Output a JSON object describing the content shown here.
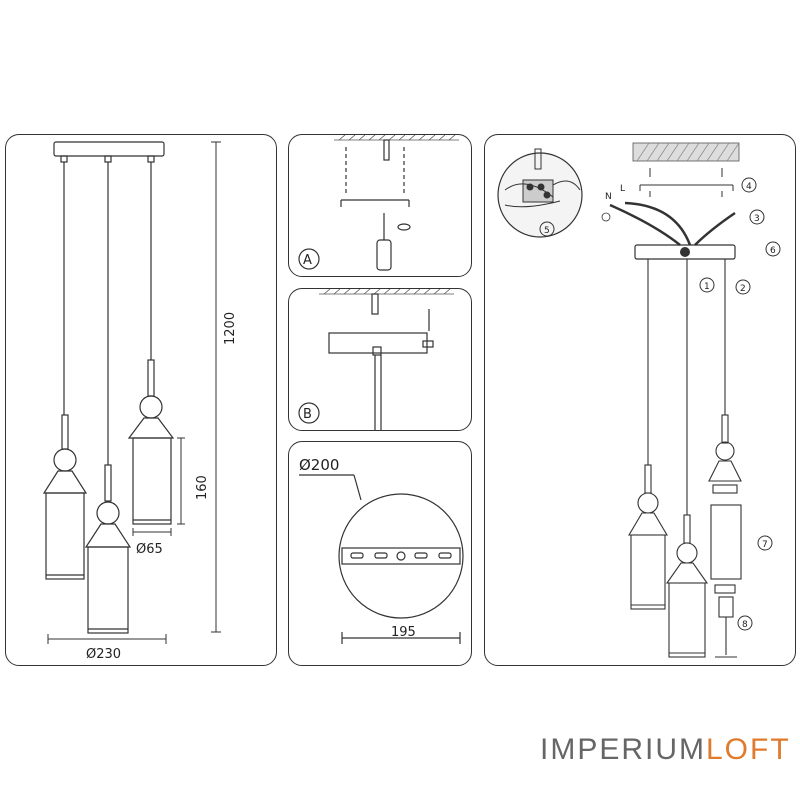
{
  "diagram": {
    "dims": {
      "height": "1200",
      "shade_height": "160",
      "shade_diameter": "Ø65",
      "canopy_diameter": "Ø230",
      "plate_diameter": "Ø200",
      "plate_holes": "195"
    },
    "steps": {
      "a": "A",
      "b": "B"
    },
    "callouts": [
      "1",
      "2",
      "3",
      "4",
      "5",
      "6",
      "7",
      "8"
    ],
    "wires": {
      "n": "N",
      "l": "L"
    }
  },
  "brand": {
    "part1": "IMPERIUM",
    "part2": "LOFT"
  }
}
